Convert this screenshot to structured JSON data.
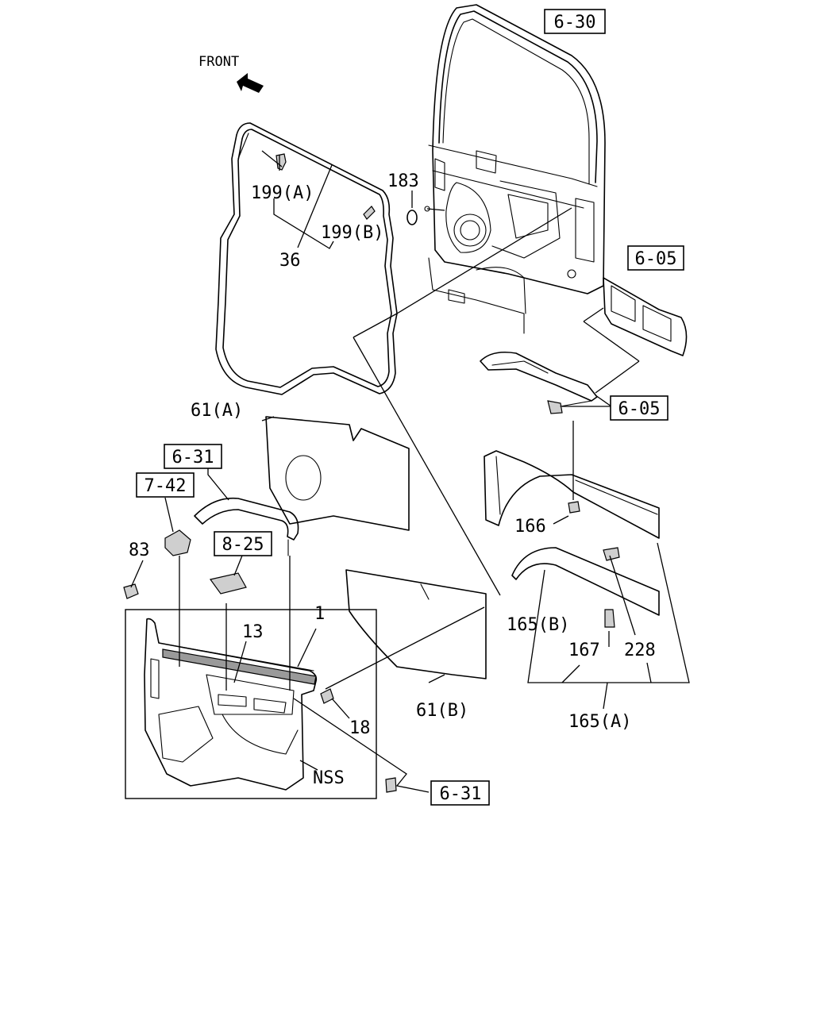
{
  "diagram": {
    "orientation": {
      "label": "FRONT"
    },
    "callouts": {
      "c199A": "199(A)",
      "c199B": "199(B)",
      "c36": "36",
      "c183": "183",
      "c61A": "61(A)",
      "c61B": "61(B)",
      "c83": "83",
      "c13": "13",
      "c1": "1",
      "c18": "18",
      "cNSS": "NSS",
      "c166": "166",
      "c165B": "165(B)",
      "c167": "167",
      "c228": "228",
      "c165A": "165(A)"
    },
    "references": {
      "r630": "6-30",
      "r605a": "6-05",
      "r605b": "6-05",
      "r631a": "6-31",
      "r742": "7-42",
      "r825": "8-25",
      "r631b": "6-31"
    }
  }
}
